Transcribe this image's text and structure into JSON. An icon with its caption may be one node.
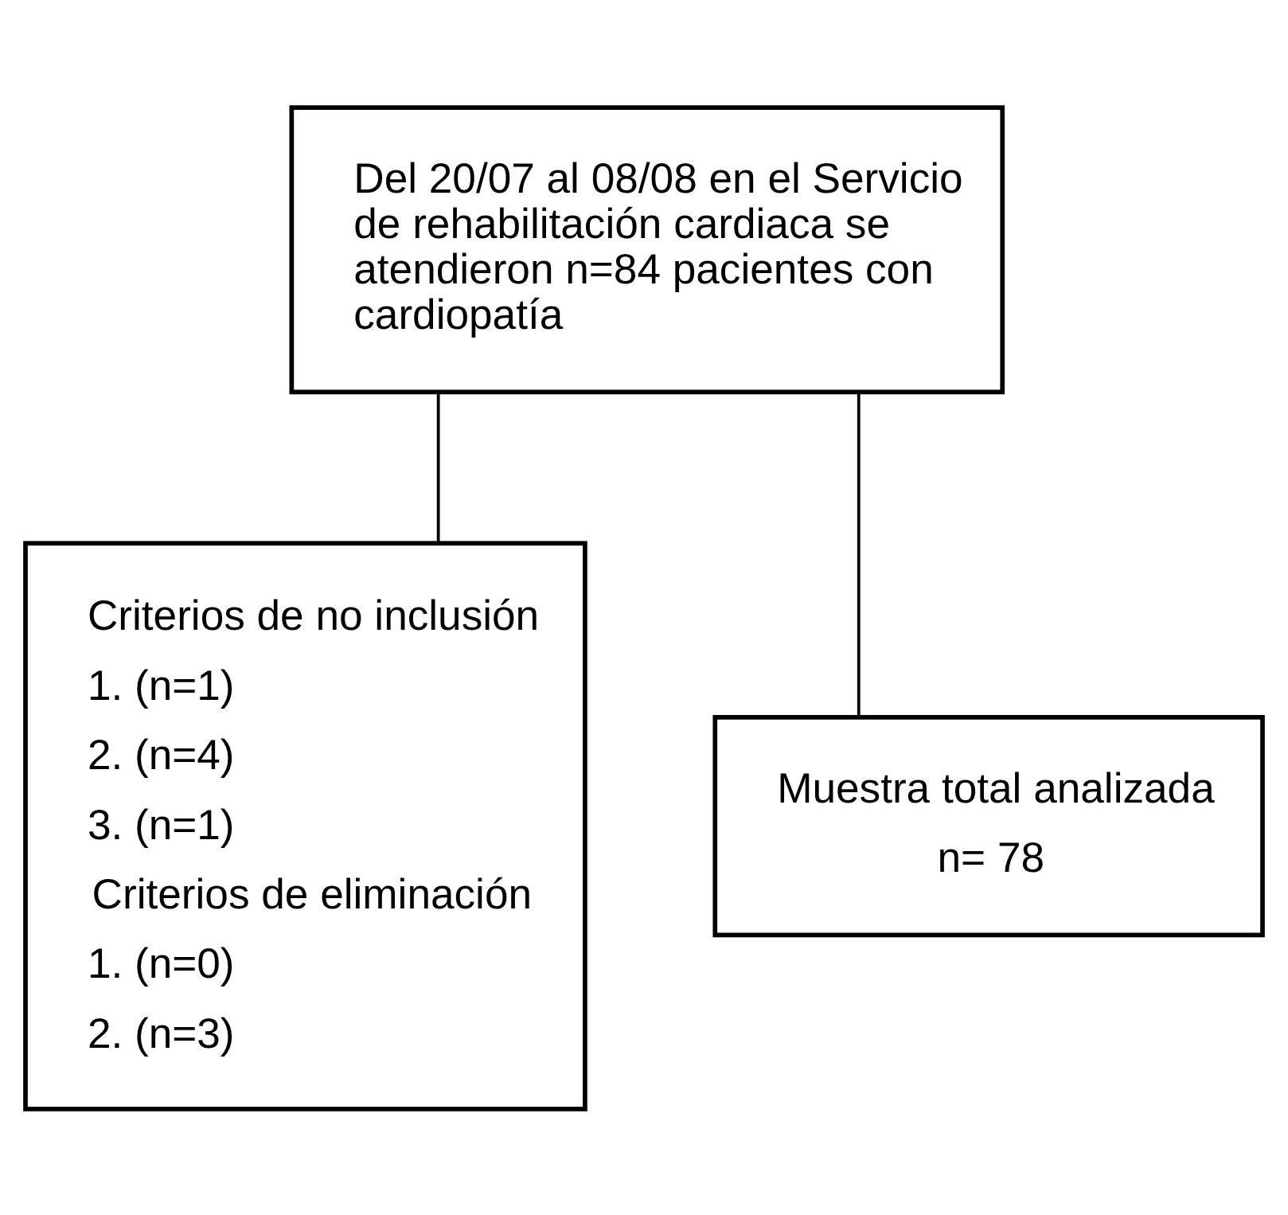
{
  "diagram": {
    "nodes": [
      {
        "text": [
          "Del 20/07 al 08/08 en el Servicio de rehabilitación cardiaca se atendieron n=84 pacientes con cardiopatía"
        ]
      },
      {
        "text": [
          "Criterios de no inclusión",
          "1. (n=1)",
          "2. (n=4)",
          "3. (n=1)",
          "Criterios de eliminación",
          "1. (n=0)",
          "2. (n=3)"
        ]
      },
      {
        "text": [
          "Muestra total analizada",
          "n= 78"
        ]
      }
    ],
    "edges": [
      {
        "from": 0,
        "to": 1,
        "arrow": "none"
      },
      {
        "from": 0,
        "to": 2,
        "arrow": "none"
      }
    ]
  }
}
